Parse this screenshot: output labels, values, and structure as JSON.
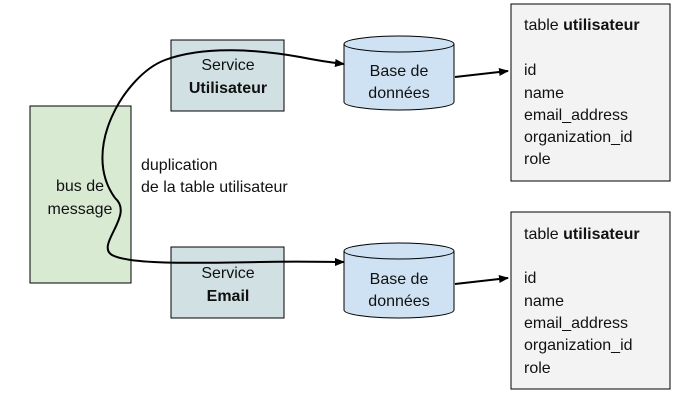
{
  "colors": {
    "bus_fill": "#d9ead3",
    "service_fill": "#d0e0e3",
    "db_fill": "#cfe2f3",
    "table_fill": "#f3f3f3",
    "stroke": "#000000"
  },
  "bus": {
    "line1": "bus de",
    "line2": "message"
  },
  "service_user": {
    "line1": "Service",
    "line2": "Utilisateur"
  },
  "service_email": {
    "line1": "Service",
    "line2": "Email"
  },
  "db_top": {
    "line1": "Base de",
    "line2": "données"
  },
  "db_bottom": {
    "line1": "Base de",
    "line2": "données"
  },
  "note": {
    "line1": "duplication",
    "line2": "de la table utilisateur"
  },
  "table_top": {
    "title_prefix": "table ",
    "title_bold": "utilisateur",
    "fields": [
      "id",
      "name",
      "email_address",
      "organization_id",
      "role"
    ]
  },
  "table_bottom": {
    "title_prefix": "table ",
    "title_bold": "utilisateur",
    "fields": [
      "id",
      "name",
      "email_address",
      "organization_id",
      "role"
    ]
  }
}
